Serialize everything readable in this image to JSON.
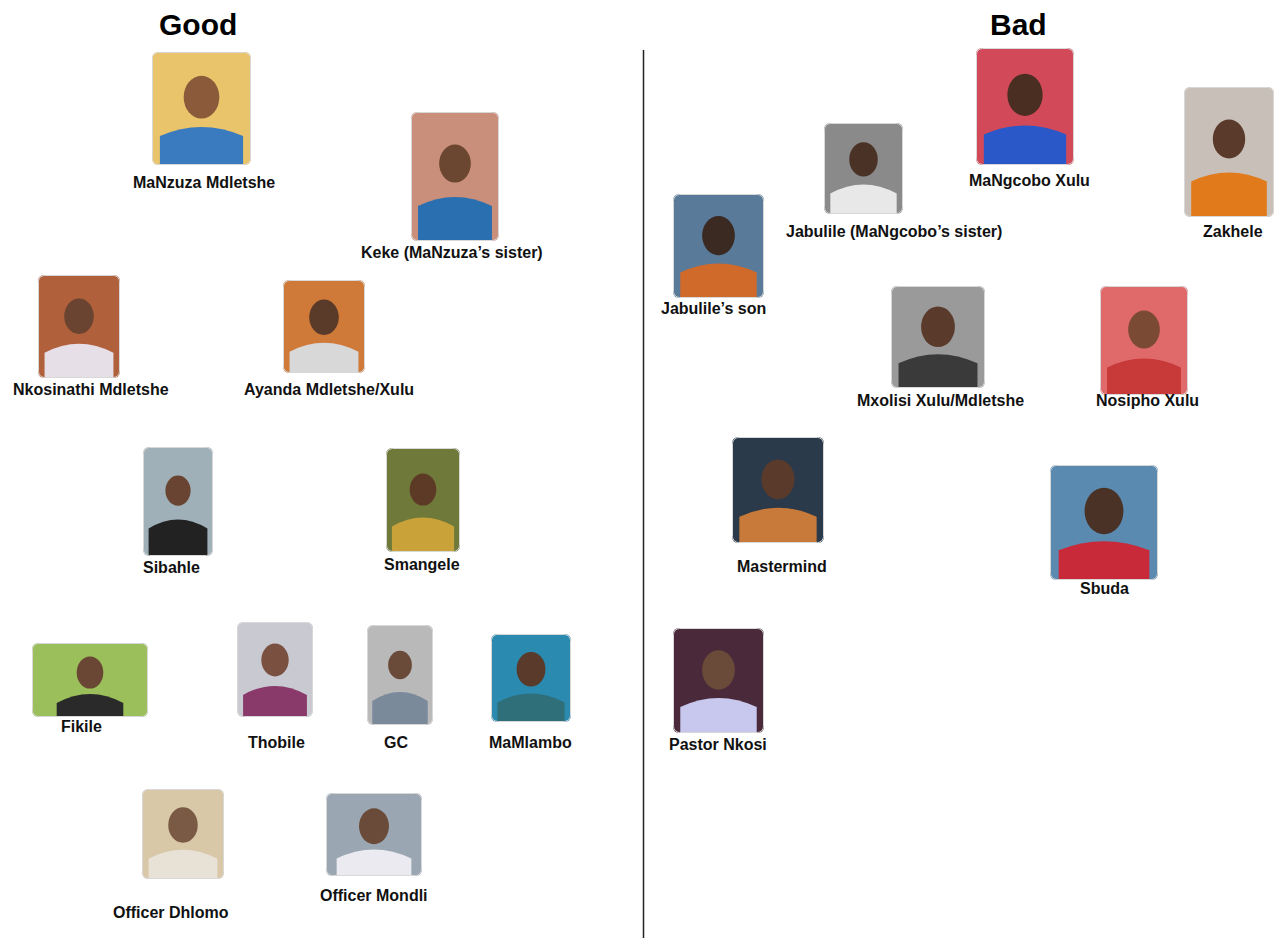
{
  "diagram": {
    "nodes": [
      {
        "text": [
          "MaNzuza Mdletshe"
        ]
      },
      {
        "text": [
          "Keke (MaNzuza’s sister)"
        ]
      },
      {
        "text": [
          "Nkosinathi Mdletshe"
        ]
      },
      {
        "text": [
          "Ayanda Mdletshe/Xulu"
        ]
      },
      {
        "text": [
          "Sibahle"
        ]
      },
      {
        "text": [
          "Smangele"
        ]
      },
      {
        "text": [
          "Fikile"
        ]
      },
      {
        "text": [
          "Thobile"
        ]
      },
      {
        "text": [
          "GC"
        ]
      },
      {
        "text": [
          "MaMlambo"
        ]
      },
      {
        "text": [
          "Officer Dhlomo"
        ]
      },
      {
        "text": [
          "Officer Mondli"
        ]
      },
      {
        "text": [
          "MaNgcobo Xulu"
        ]
      },
      {
        "text": [
          "Jabulile (MaNgcobo’s sister)"
        ]
      },
      {
        "text": [
          "Zakhele"
        ]
      },
      {
        "text": [
          "Jabulile’s son"
        ]
      },
      {
        "text": [
          "Mxolisi Xulu/Mdletshe"
        ]
      },
      {
        "text": [
          "Nosipho Xulu"
        ]
      },
      {
        "text": [
          "Mastermind"
        ]
      },
      {
        "text": [
          "Sbuda"
        ]
      },
      {
        "text": [
          "Pastor Nkosi"
        ]
      }
    ],
    "labels": [
      "Good",
      "Bad"
    ]
  }
}
